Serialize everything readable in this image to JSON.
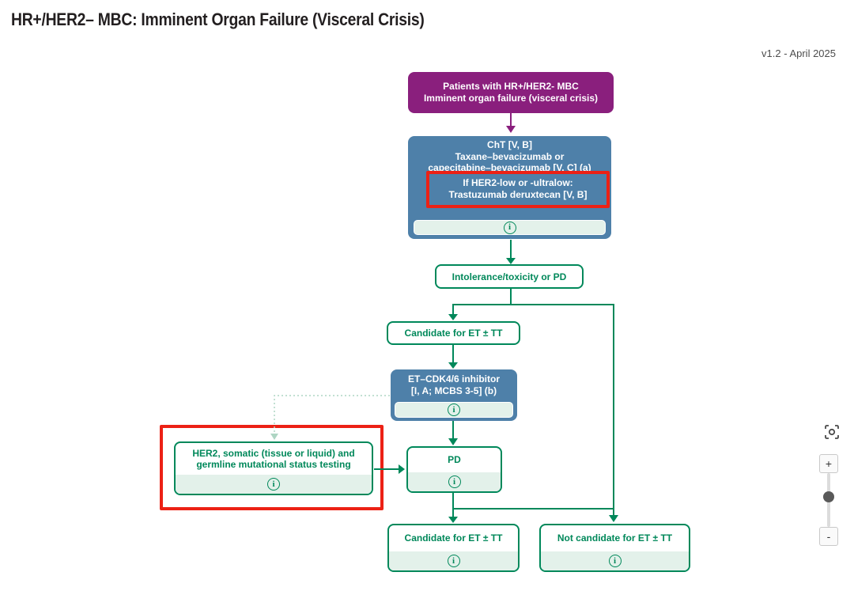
{
  "header": {
    "title": "HR+/HER2– MBC: Imminent Organ Failure (Visceral Crisis)",
    "version": "v1.2 - April 2025"
  },
  "flowchart": {
    "patients_box": {
      "line1": "Patients with HR+/HER2- MBC",
      "line2": "Imminent organ failure (visceral crisis)"
    },
    "cht_box": {
      "line1": "ChT [V, B]",
      "line2": "Taxane–bevacizumab or",
      "line3": "capecitabine–bevacizumab [V, C] (a)",
      "highlight_line1": "If HER2-low or -ultralow:",
      "highlight_line2": "Trastuzumab deruxtecan [V, B]"
    },
    "intolerance_box": {
      "label": "Intolerance/toxicity or PD"
    },
    "candidate_box": {
      "label": "Candidate for ET ± TT"
    },
    "cdk_box": {
      "line1": "ET–CDK4/6 inhibitor",
      "line2": "[I, A; MCBS 3-5] (b)"
    },
    "her2_testing_box": {
      "line1": "HER2, somatic (tissue or liquid) and",
      "line2": "germline mutational status testing"
    },
    "pd_box": {
      "label": "PD"
    },
    "candidate2_box": {
      "label": "Candidate for ET ± TT"
    },
    "not_candidate_box": {
      "label": "Not candidate for ET ± TT"
    }
  },
  "icons": {
    "info": "i",
    "zoom_in": "+",
    "zoom_out": "-"
  },
  "colors": {
    "purple": "#8a1f7d",
    "blue": "#4e80a9",
    "green": "#00885a",
    "footer": "#e3f1ea",
    "red": "#ec2115",
    "dotted": "#aed5c3",
    "title": "#231f20",
    "version": "#4d4d4d"
  }
}
